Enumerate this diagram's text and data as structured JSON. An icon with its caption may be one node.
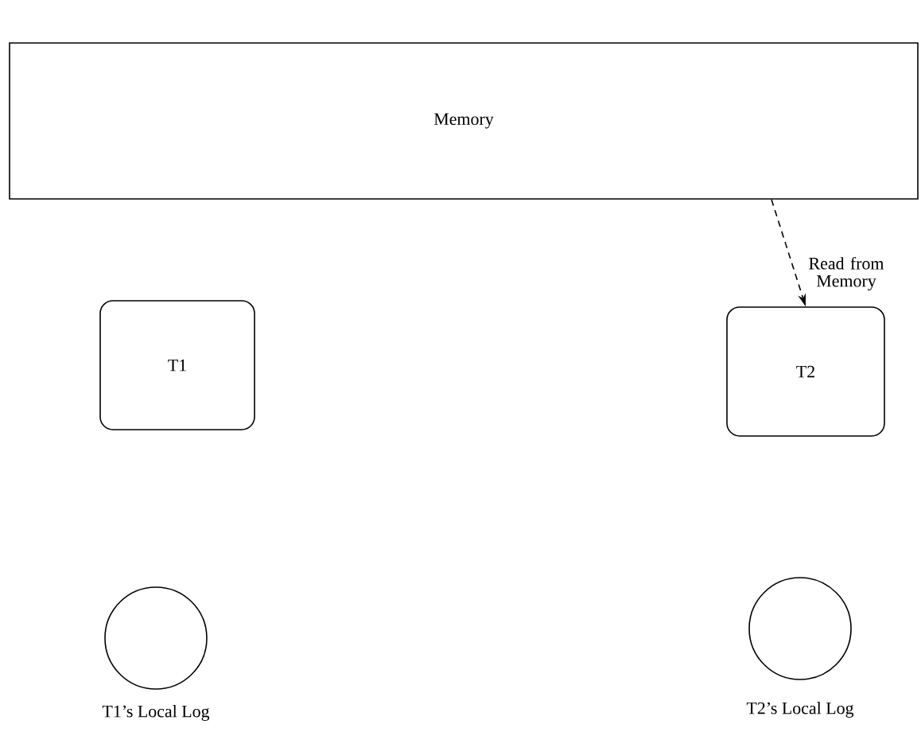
{
  "diagram": {
    "nodes": [
      {
        "text": [
          "Memory"
        ]
      },
      {
        "text": [
          "T1"
        ]
      },
      {
        "text": [
          "T2"
        ]
      },
      {
        "text": [],
        "shape": "circle",
        "beside": [
          "T1’s Local Log"
        ]
      },
      {
        "text": [],
        "shape": "circle",
        "beside": [
          "T2’s Local Log"
        ]
      }
    ],
    "edges": [
      {
        "from": 0,
        "to": 2,
        "arrow": "to",
        "label": "Read from Memory",
        "style": "dashed"
      }
    ]
  }
}
